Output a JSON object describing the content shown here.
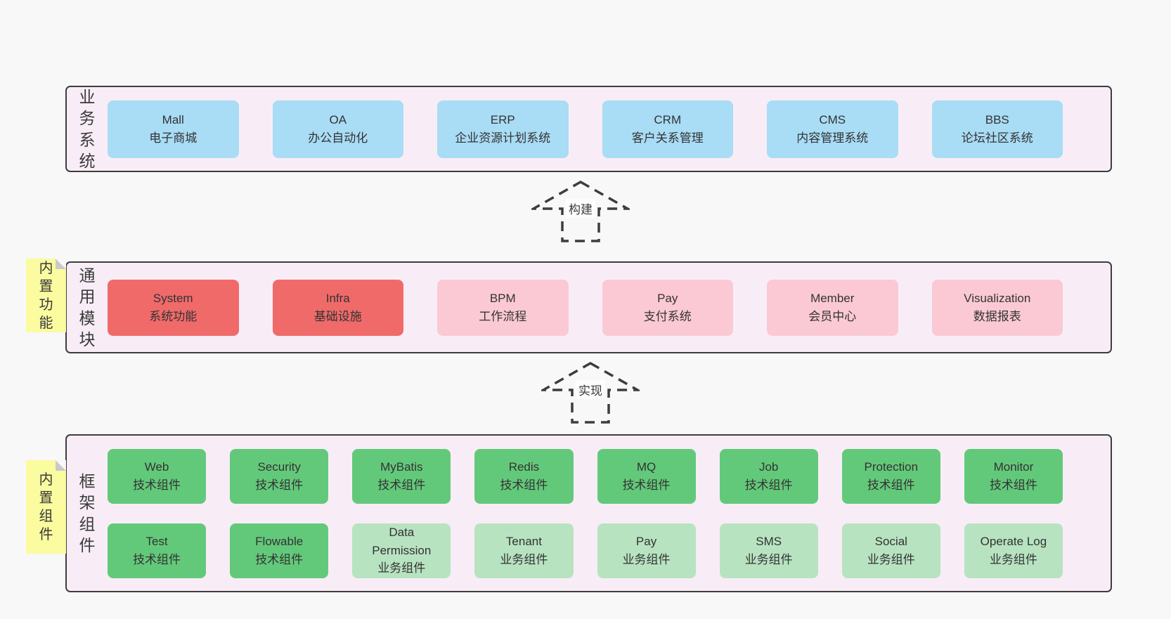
{
  "diagram": {
    "sections": [
      {
        "label": "业务系统",
        "boxes": [
          {
            "title": "Mall",
            "subtitle": "电子商城"
          },
          {
            "title": "OA",
            "subtitle": "办公自动化"
          },
          {
            "title": "ERP",
            "subtitle": "企业资源计划系统"
          },
          {
            "title": "CRM",
            "subtitle": "客户关系管理"
          },
          {
            "title": "CMS",
            "subtitle": "内容管理系统"
          },
          {
            "title": "BBS",
            "subtitle": "论坛社区系统"
          }
        ]
      },
      {
        "label": "通用模块",
        "note": "内置功能",
        "boxes": [
          {
            "title": "System",
            "subtitle": "系统功能"
          },
          {
            "title": "Infra",
            "subtitle": "基础设施"
          },
          {
            "title": "BPM",
            "subtitle": "工作流程"
          },
          {
            "title": "Pay",
            "subtitle": "支付系统"
          },
          {
            "title": "Member",
            "subtitle": "会员中心"
          },
          {
            "title": "Visualization",
            "subtitle": "数据报表"
          }
        ]
      },
      {
        "label": "框架组件",
        "note": "内置组件",
        "rows": [
          [
            {
              "title": "Web",
              "subtitle": "技术组件"
            },
            {
              "title": "Security",
              "subtitle": "技术组件"
            },
            {
              "title": "MyBatis",
              "subtitle": "技术组件"
            },
            {
              "title": "Redis",
              "subtitle": "技术组件"
            },
            {
              "title": "MQ",
              "subtitle": "技术组件"
            },
            {
              "title": "Job",
              "subtitle": "技术组件"
            },
            {
              "title": "Protection",
              "subtitle": "技术组件"
            },
            {
              "title": "Monitor",
              "subtitle": "技术组件"
            }
          ],
          [
            {
              "title": "Test",
              "subtitle": "技术组件"
            },
            {
              "title": "Flowable",
              "subtitle": "技术组件"
            },
            {
              "title": "Data Permission",
              "subtitle": "业务组件"
            },
            {
              "title": "Tenant",
              "subtitle": "业务组件"
            },
            {
              "title": "Pay",
              "subtitle": "业务组件"
            },
            {
              "title": "SMS",
              "subtitle": "业务组件"
            },
            {
              "title": "Social",
              "subtitle": "业务组件"
            },
            {
              "title": "Operate Log",
              "subtitle": "业务组件"
            }
          ]
        ]
      }
    ],
    "arrows": [
      {
        "label": "构建"
      },
      {
        "label": "实现"
      }
    ],
    "colors": {
      "page_bg": "#f8f8f8",
      "panel_bg": "#f8edf6",
      "panel_border": "#3d3d3d",
      "blue_box": "#a9dcf5",
      "red_box": "#f06a6a",
      "pink_box": "#fbc9d3",
      "green_box": "#63c97a",
      "light_green_box": "#b7e3c1",
      "note_bg": "#fbfb9f",
      "note_fold": "#c9c9c9",
      "text": "#333333"
    }
  }
}
